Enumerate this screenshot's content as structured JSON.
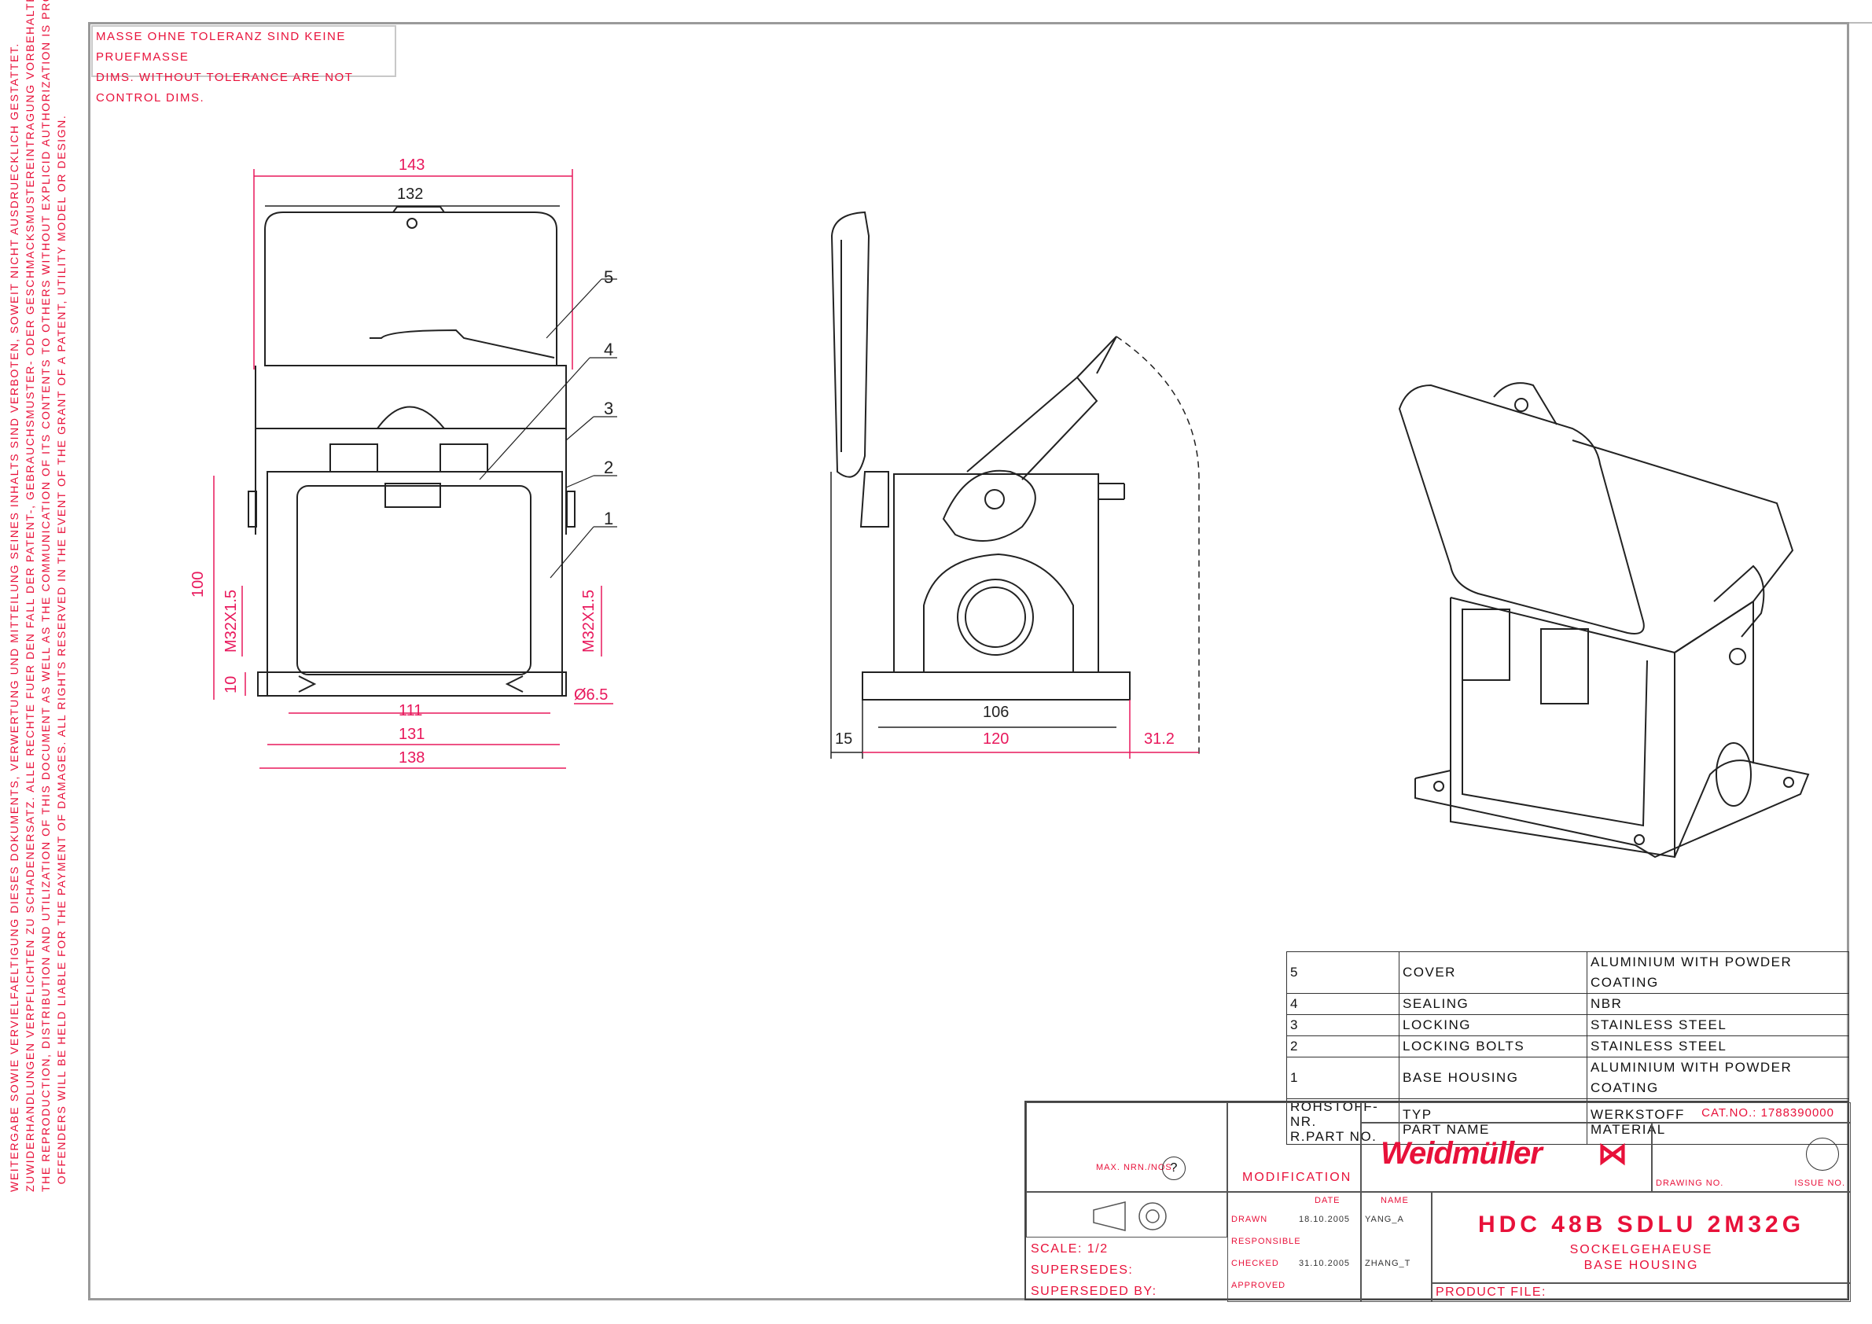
{
  "note": {
    "line1": "MASSE OHNE TOLERANZ SIND KEINE PRUEFMASSE",
    "line2": "DIMS. WITHOUT TOLERANCE ARE NOT CONTROL DIMS."
  },
  "side_notice": {
    "line1": "WEITERGABE SOWIE VERVIELFAELTIGUNG DIESES DOKUMENTS, VERWERTUNG UND MITTEILUNG SEINES INHALTS SIND VERBOTEN, SOWEIT NICHT AUSDRUECKLICH GESTATTET.",
    "line2": "ZUWIDERHANDLUNGEN VERPFLICHTEN ZU SCHADENERSATZ. ALLE RECHTE FUER DEN FALL DER PATENT-, GEBRAUCHSMUSTER- ODER GESCHMACKSMUSTEREINTRAGUNG VORBEHALTEN.",
    "line3": "THE REPRODUCTION, DISTRIBUTION AND UTILIZATION OF THIS DOCUMENT AS WELL AS THE COMMUNICATION OF ITS CONTENTS TO OTHERS WITHOUT EXPLICID AUTHORIZATION IS PROHIBITED.",
    "line4": "OFFENDERS WILL BE HELD LIABLE FOR THE PAYMENT OF DAMAGES. ALL RIGHTS RESERVED IN THE EVENT OF THE GRANT OF A PATENT, UTILITY MODEL OR DESIGN."
  },
  "front_view": {
    "dims": {
      "width_overall": "143",
      "width_cover": "132",
      "height": "100",
      "thread_left": "M32X1.5",
      "flange": "10",
      "thread_right": "M32X1.5",
      "hole": "Ø6.5",
      "base_inner": "111",
      "base_mid": "131",
      "base_outer": "138"
    },
    "callouts": [
      "5",
      "4",
      "3",
      "2",
      "1"
    ]
  },
  "side_view": {
    "dims": {
      "left_offset": "15",
      "hole_spacing": "106",
      "base_length": "120",
      "right_offset": "31.2"
    }
  },
  "parts_list": {
    "rows": [
      {
        "no": "5",
        "name": "COVER",
        "material": "ALUMINIUM WITH POWDER COATING"
      },
      {
        "no": "4",
        "name": "SEALING",
        "material": "NBR"
      },
      {
        "no": "3",
        "name": "LOCKING",
        "material": "STAINLESS STEEL"
      },
      {
        "no": "2",
        "name": "LOCKING BOLTS",
        "material": "STAINLESS STEEL"
      },
      {
        "no": "1",
        "name": "BASE HOUSING",
        "material": "ALUMINIUM WITH POWDER COATING"
      }
    ],
    "header": {
      "no_de": "ROHSTOFF-NR.",
      "no_en": "R.PART NO.",
      "name_de": "TYP",
      "name_en": "PART NAME",
      "mat_de": "WERKSTOFF",
      "mat_en": "MATERIAL"
    }
  },
  "title_block": {
    "cat_no": "CAT.NO.: 1788390000",
    "max_nrn": "MAX. NRN./NOS.",
    "question_icon": "?",
    "modification": "MODIFICATION",
    "date_hdr": "DATE",
    "name_hdr": "NAME",
    "drawn": "DRAWN",
    "drawn_date": "18.10.2005",
    "drawn_name": "YANG_A",
    "responsible": "RESPONSIBLE",
    "checked": "CHECKED",
    "checked_date": "31.10.2005",
    "checked_name": "ZHANG_T",
    "approved": "APPROVED",
    "scale": "SCALE: 1/2",
    "supersedes": "SUPERSEDES:",
    "superseded_by": "SUPERSEDED BY:",
    "logo": "Weidmüller",
    "drawing_no": "DRAWING NO.",
    "issue_no": "ISSUE NO.",
    "product": "HDC 48B SDLU 2M32G",
    "sub_de": "SOCKELGEHAEUSE",
    "sub_en": "BASE HOUSING",
    "product_file": "PRODUCT FILE:"
  },
  "colors": {
    "accent": "#e8113a",
    "dimension": "#e8185c",
    "line": "#222222"
  }
}
